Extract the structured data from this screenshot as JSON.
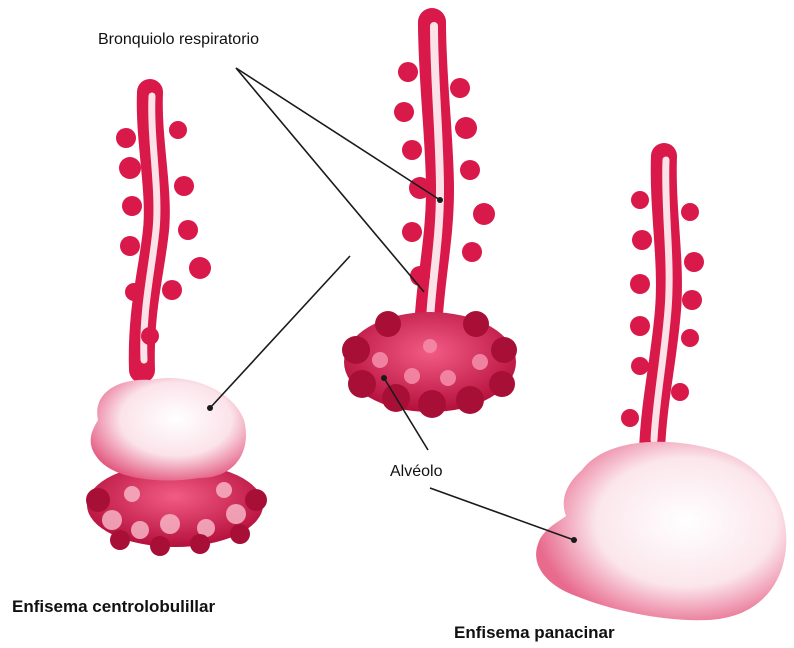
{
  "labels": {
    "bronchiole": "Bronquiolo respiratorio",
    "alveolus": "Alvéolo",
    "centrilobular": "Enfisema centrolobulillar",
    "panacinar": "Enfisema panacinar"
  },
  "colors": {
    "tissue": "#d8194a",
    "tissue_dark": "#a80f37",
    "tissue_light": "#f06a8c",
    "lumen": "#fbe1e8",
    "sac": "#fdf6f8",
    "leader": "#1a1a1a"
  }
}
